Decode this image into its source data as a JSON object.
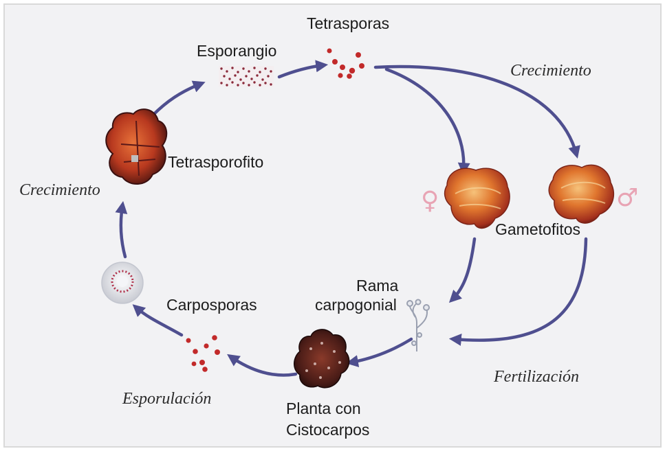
{
  "diagram": {
    "labels": {
      "tetrasporas": "Tetrasporas",
      "esporangio": "Esporangio",
      "tetrasporofito": "Tetrasporofito",
      "gametofitos": "Gametofitos",
      "rama_line1": "Rama",
      "rama_line2": "carpogonial",
      "carposporas": "Carposporas",
      "planta_line1": "Planta con",
      "planta_line2": "Cistocarpos"
    },
    "process_labels": {
      "crecimiento_top": "Crecimiento",
      "crecimiento_left": "Crecimiento",
      "fertilizacion": "Fertilización",
      "esporulacion": "Esporulación"
    },
    "symbols": {
      "female": "♀",
      "male": "♂"
    },
    "colors": {
      "frame": "#d9d9d9",
      "background": "#f2f2f4",
      "arrow": "#4f4f8f",
      "spore": "#c22a2a",
      "thallus": "#d9572a",
      "symbol": "#e8a4b4"
    }
  }
}
